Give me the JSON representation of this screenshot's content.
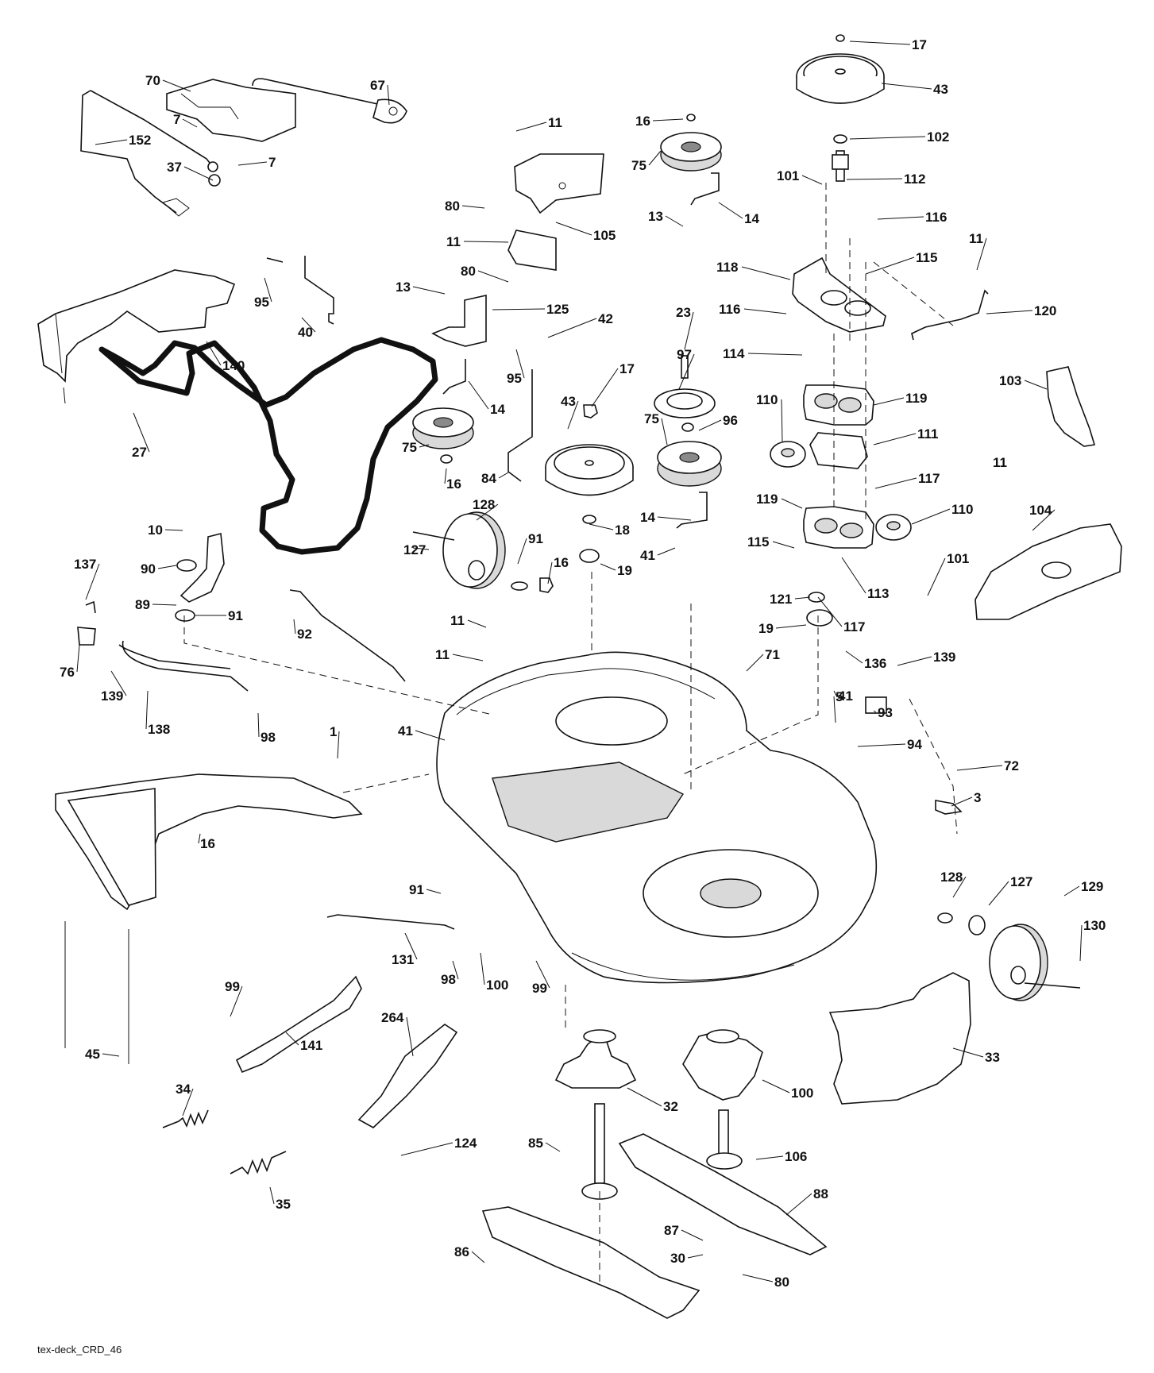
{
  "diagram": {
    "caption": "tex-deck_CRD_46",
    "callouts": [
      "70",
      "67",
      "7",
      "7",
      "152",
      "37",
      "11",
      "16",
      "75",
      "17",
      "43",
      "102",
      "101",
      "112",
      "80",
      "105",
      "14",
      "13",
      "116",
      "11",
      "11",
      "95",
      "140",
      "40",
      "80",
      "118",
      "115",
      "120",
      "13",
      "125",
      "42",
      "23",
      "116",
      "114",
      "27",
      "95",
      "97",
      "14",
      "17",
      "110",
      "119",
      "111",
      "103",
      "75",
      "43",
      "96",
      "16",
      "84",
      "75",
      "117",
      "11",
      "119",
      "110",
      "14",
      "18",
      "104",
      "128",
      "10",
      "127",
      "91",
      "41",
      "16",
      "115",
      "137",
      "90",
      "19",
      "101",
      "89",
      "91",
      "121",
      "113",
      "117",
      "92",
      "11",
      "19",
      "136",
      "76",
      "71",
      "139",
      "11",
      "93",
      "41",
      "138",
      "139",
      "98",
      "1",
      "41",
      "5",
      "94",
      "72",
      "3",
      "16",
      "91",
      "128",
      "127",
      "129",
      "130",
      "131",
      "98",
      "100",
      "99",
      "99",
      "141",
      "264",
      "33",
      "45",
      "32",
      "100",
      "34",
      "124",
      "85",
      "106",
      "88",
      "35",
      "87",
      "86",
      "30",
      "80"
    ]
  }
}
